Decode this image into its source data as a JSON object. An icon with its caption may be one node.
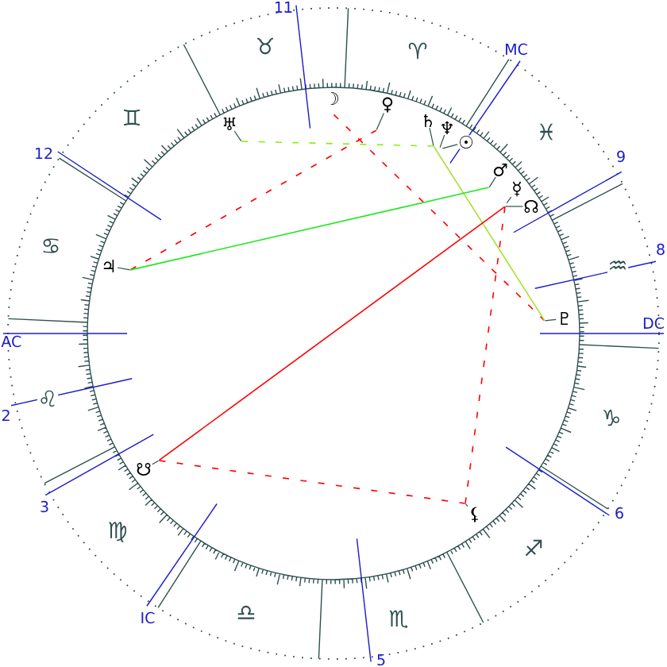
{
  "diagram": {
    "nodes": [
      {
        "text": [
          "♅"
        ]
      },
      {
        "text": [
          "☽"
        ]
      },
      {
        "text": [
          "♀"
        ]
      },
      {
        "text": [
          "♄"
        ]
      },
      {
        "text": [
          "♆"
        ]
      },
      {
        "text": [
          "☉"
        ]
      },
      {
        "text": [
          "♂"
        ]
      },
      {
        "text": [
          "☿"
        ]
      },
      {
        "text": [
          "☊"
        ]
      },
      {
        "text": [
          "♃"
        ]
      },
      {
        "text": [
          "♇"
        ]
      },
      {
        "text": [
          "☋"
        ]
      },
      {
        "text": [
          "⚸"
        ]
      }
    ],
    "edges": [
      {
        "from": 0,
        "to": 3,
        "arrow": "none",
        "style": "dashed",
        "color": "#88ee11"
      },
      {
        "from": 1,
        "to": 10,
        "arrow": "none",
        "style": "dashed"
      },
      {
        "from": 9,
        "to": 2,
        "arrow": "none",
        "style": "dashed"
      },
      {
        "from": 3,
        "to": 10,
        "arrow": "none",
        "color": "#a4e22c"
      },
      {
        "from": 9,
        "to": 6,
        "arrow": "none",
        "color": "#1ee81e"
      },
      {
        "from": 8,
        "to": 11,
        "arrow": "none"
      },
      {
        "from": 8,
        "to": 12,
        "arrow": "none",
        "style": "dashed"
      },
      {
        "from": 11,
        "to": 12,
        "arrow": "none",
        "style": "dashed"
      }
    ],
    "labels": [
      "11",
      "♉",
      "♈",
      "MC",
      "♊",
      "♓",
      "12",
      "9",
      "♋",
      "8",
      "♒",
      "DC",
      "AC",
      "♌",
      "2",
      "♑",
      "3",
      "6",
      "♍",
      "♐",
      "IC",
      "♎",
      "♏",
      "5"
    ]
  }
}
